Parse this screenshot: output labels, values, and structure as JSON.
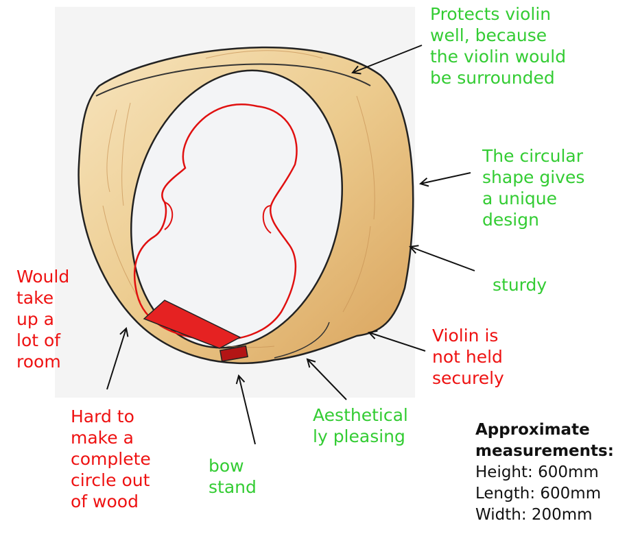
{
  "colors": {
    "pro": "#33cc33",
    "con": "#ee1111",
    "wood_light": "#f2d9a8",
    "wood_dark": "#d9a35c",
    "violin_outline": "#e01010",
    "arrow": "#111111"
  },
  "annotations": {
    "protects": [
      "Protects violin",
      "well, because",
      "the violin would",
      "be surrounded"
    ],
    "circular": [
      "The circular",
      "shape gives",
      "a unique",
      "design"
    ],
    "sturdy": [
      "sturdy"
    ],
    "room": [
      "Would",
      "take",
      "up a",
      "lot of",
      "room"
    ],
    "not_held": [
      "Violin is",
      "not held",
      "securely"
    ],
    "aesthetic": [
      "Aesthetical",
      "ly pleasing"
    ],
    "hard": [
      "Hard to",
      "make a",
      "complete",
      "circle out",
      "of wood"
    ],
    "bow": [
      "bow",
      "stand"
    ]
  },
  "measurements": {
    "heading_1": "Approximate",
    "heading_2": "measurements:",
    "height": "Height: 600mm",
    "length": "Length: 600mm",
    "width": "Width: 200mm"
  }
}
